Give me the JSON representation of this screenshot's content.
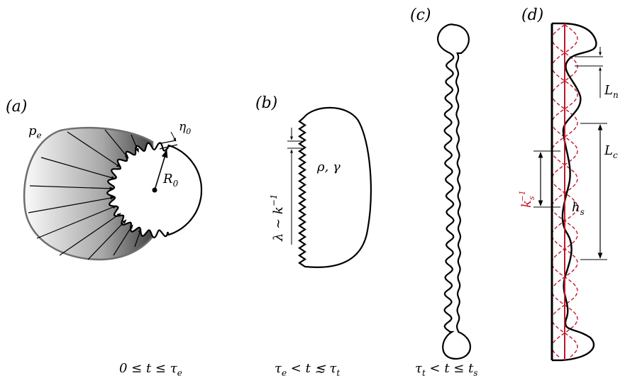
{
  "panels": {
    "a": {
      "label": "(a)",
      "pressure": "p",
      "pressure_sub": "e",
      "amplitude": "η",
      "amplitude_sub": "0",
      "radius": "R",
      "radius_sub": "0",
      "time_range": "0 ≤ t ≤ τ",
      "time_sub": "e"
    },
    "b": {
      "label": "(b)",
      "wavelength": "λ ∼ k",
      "wavelength_sup": "−1",
      "properties": "ρ, γ",
      "time_pre": "τ",
      "time_pre_sub": "e",
      "time_mid": " < t ≲ τ",
      "time_post_sub": "t"
    },
    "c": {
      "label": "(c)",
      "time_pre": "τ",
      "time_pre_sub": "t",
      "time_mid": " < t ≤ t",
      "time_post_sub": "s"
    },
    "d": {
      "label": "(d)",
      "neck_spacing": "L",
      "neck_spacing_sub": "n",
      "cell_spacing": "L",
      "cell_spacing_sub": "c",
      "sheet_wavelength": "k",
      "sheet_wavelength_sub": "s",
      "sheet_wavelength_sup": "−1",
      "thickness": "h",
      "thickness_sub": "s"
    }
  },
  "colors": {
    "ink": "#000000",
    "accent_red": "#c0182a",
    "gradient_dark": "#3a3a3a",
    "gradient_light": "#f4f4f4",
    "outline_gray": "#6e6e6e"
  }
}
